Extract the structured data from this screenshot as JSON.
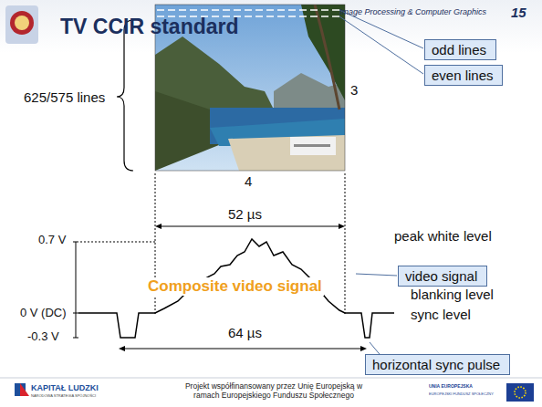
{
  "diagram": {
    "title": "TV CCIR standard",
    "nodes": [
      {
        "text": [
          "odd lines"
        ]
      },
      {
        "text": [
          "even lines"
        ]
      },
      {
        "text": [
          "video signal"
        ]
      },
      {
        "text": [
          "horizontal sync pulse"
        ]
      }
    ],
    "labels": [
      "Image Processing & Computer Graphics",
      "15",
      "625/575 lines",
      "3",
      "4",
      "52 µs",
      "peak white level",
      "0.7 V",
      "Composite video signal",
      "blanking level",
      "0 V (DC)",
      "sync level",
      "-0.3 V",
      "64 µs",
      "KAPITAŁ LUDZKI",
      "NARODOWA STRATEGIA SPÓJNOŚCI",
      "Projekt współfinansowany przez Unię Europejską w ramach Europejskiego Funduszu Społecznego",
      "UNIA EUROPEJSKA",
      "EUROPEJSKI FUNDUSZ SPOŁECZNY"
    ]
  }
}
